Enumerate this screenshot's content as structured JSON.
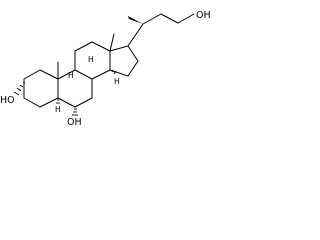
{
  "molecule": {
    "labels": {
      "oh_side_chain": "OH",
      "oh_c3": "HO",
      "oh_c6": "OH",
      "h_c8": "H",
      "h_c9": "H",
      "h_c14": "H",
      "h_c5": "H"
    }
  }
}
